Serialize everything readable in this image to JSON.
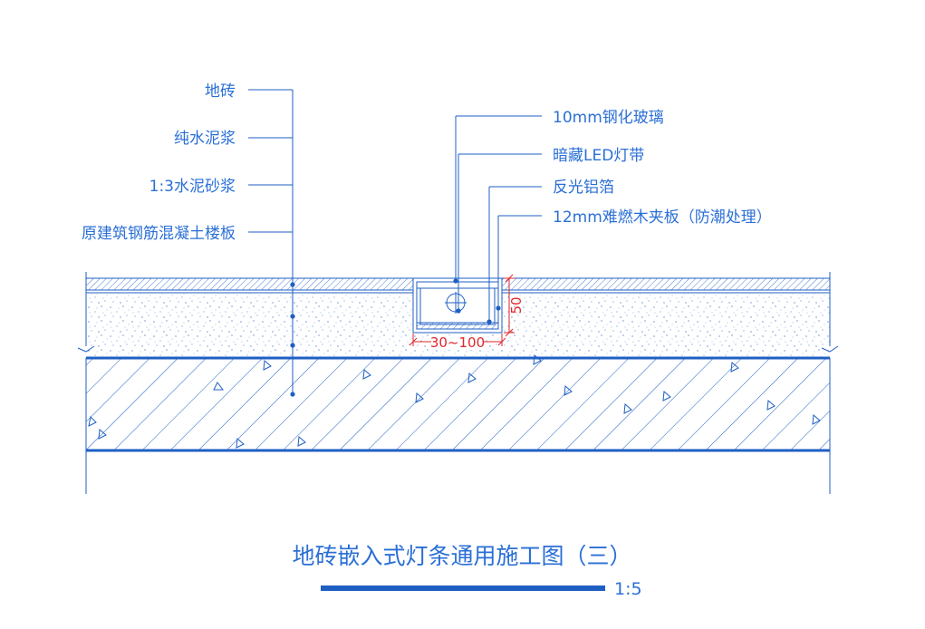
{
  "left_labels": [
    "地砖",
    "纯水泥浆",
    "1:3水泥砂浆",
    "原建筑钢筋混凝土楼板"
  ],
  "right_labels": [
    "10mm钢化玻璃",
    "暗藏LED灯带",
    "反光铝箔",
    "12mm难燃木夹板（防潮处理）"
  ],
  "dimensions": {
    "width": "30~100",
    "height": "50"
  },
  "title": "地砖嵌入式灯条通用施工图（三）",
  "scale": "1:5",
  "colors": {
    "line": "#1f5fc4",
    "text": "#2a6fd6",
    "dimension": "#e0262b",
    "title_bar": "#1f5fc4"
  }
}
